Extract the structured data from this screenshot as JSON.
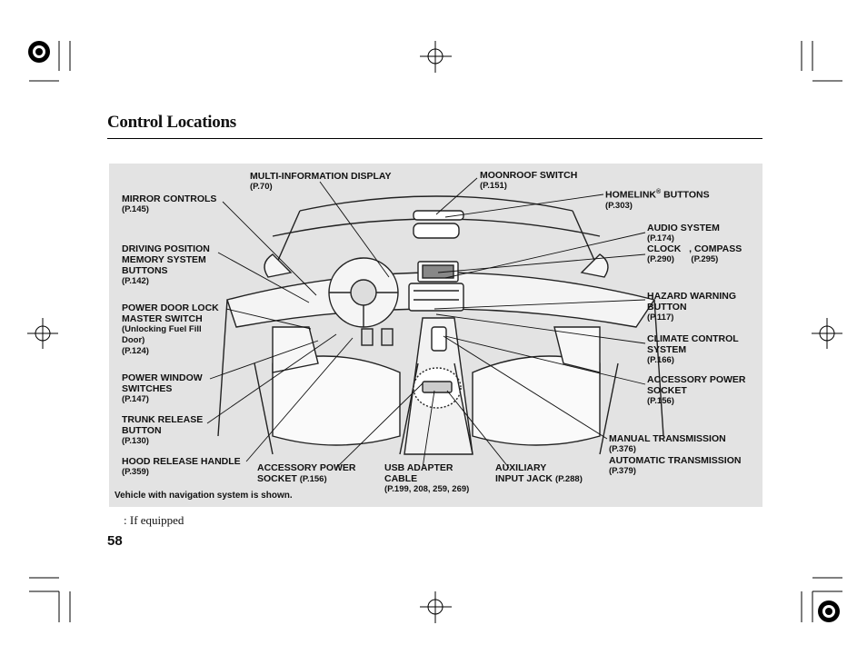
{
  "page": {
    "title": "Control Locations",
    "footnote": ": If equipped",
    "page_number": "58",
    "image_note": "Vehicle with navigation system is shown."
  },
  "labels": {
    "mirror": {
      "name": "MIRROR CONTROLS",
      "page": "(P.145)"
    },
    "driving": {
      "line1": "DRIVING POSITION",
      "line2": "MEMORY SYSTEM",
      "line3": "BUTTONS",
      "page": "(P.142)"
    },
    "doorlock": {
      "line1": "POWER DOOR LOCK",
      "line2": "MASTER SWITCH",
      "line3": "(Unlocking Fuel Fill",
      "line4": "Door)",
      "page": "(P.124)"
    },
    "window": {
      "line1": "POWER WINDOW",
      "line2": "SWITCHES",
      "page": "(P.147)"
    },
    "trunk": {
      "line1": "TRUNK RELEASE",
      "line2": "BUTTON",
      "page": "(P.130)"
    },
    "hood": {
      "name": "HOOD RELEASE HANDLE",
      "page": "(P.359)"
    },
    "acc_power_front": {
      "line1": "ACCESSORY POWER",
      "line2": "SOCKET",
      "page": "(P.156)"
    },
    "usb": {
      "line1": "USB ADAPTER",
      "line2": "CABLE",
      "page": "(P.199, 208, 259, 269)"
    },
    "aux": {
      "line1": "AUXILIARY",
      "line2": "INPUT JACK",
      "page": "(P.288)"
    },
    "mid": {
      "name": "MULTI-INFORMATION DISPLAY",
      "page": "(P.70)"
    },
    "moonroof": {
      "name": "MOONROOF SWITCH",
      "page": "(P.151)"
    },
    "homelink": {
      "name": "HOMELINK",
      "sup": "®",
      "suffix": " BUTTONS",
      "page": "(P.303)"
    },
    "audio": {
      "name": "AUDIO SYSTEM",
      "page": "(P.174)"
    },
    "clock": {
      "name": "CLOCK",
      "compass": ", COMPASS",
      "page": "(P.290)",
      "compass_page": "(P.295)"
    },
    "hazard": {
      "line1": "HAZARD WARNING",
      "line2": "BUTTON",
      "page": "(P.117)"
    },
    "climate": {
      "line1": "CLIMATE CONTROL",
      "line2": "SYSTEM",
      "page": "(P.166)"
    },
    "acc_power_center": {
      "line1": "ACCESSORY POWER",
      "line2": "SOCKET",
      "page": "(P.156)"
    },
    "manual": {
      "name": "MANUAL TRANSMISSION",
      "page": "(P.376)"
    },
    "automatic": {
      "name": "AUTOMATIC TRANSMISSION",
      "page": "(P.379)"
    }
  }
}
